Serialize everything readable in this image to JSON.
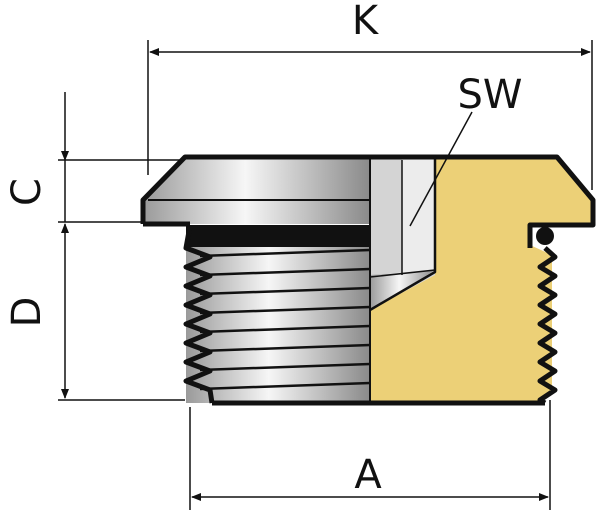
{
  "labels": {
    "K": "K",
    "SW": "SW",
    "C": "C",
    "D": "D",
    "A": "A"
  },
  "colors": {
    "brass": "#ECD077",
    "outline": "#111111",
    "steel_light": "#f2f2f2",
    "steel_dark": "#8e8e8e"
  }
}
